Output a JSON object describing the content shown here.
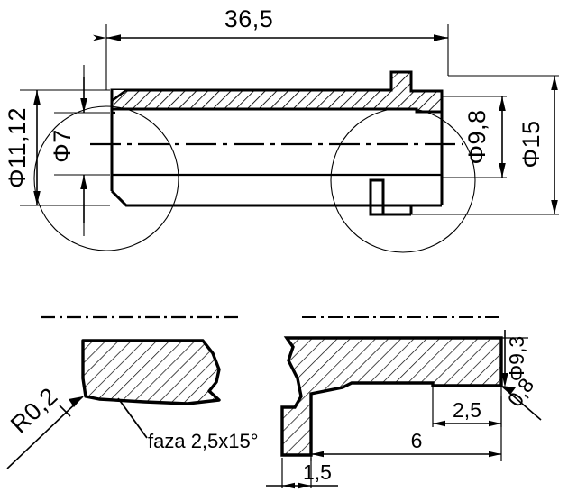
{
  "drawing": {
    "title": "Sectional machining drawing of a bushing / sleeve",
    "units": "mm",
    "line_color": "#000000",
    "background_color": "#ffffff"
  },
  "main_view": {
    "name": "main-half-section-view",
    "dimensions": {
      "overall_length": "36,5",
      "outer_diameter_left": "Φ11,12",
      "bore_diameter_left": "Φ7",
      "bore_diameter_right": "Φ9,8",
      "flange_diameter": "Φ15"
    }
  },
  "detail_left": {
    "name": "detail-left-chamfer",
    "radius_note": "R0,2",
    "chamfer_note": "faza 2,5x15°"
  },
  "detail_right": {
    "name": "detail-right-groove",
    "diameter_note": "Φ9,3",
    "chamfer_note": "0,8",
    "dim_groove_width": "2,5",
    "dim_total_length": "6",
    "dim_wall": "1,5"
  },
  "labels": {
    "len_365": "36,5",
    "dia_1112": "Φ11,12",
    "dia_7": "Φ7",
    "dia_98": "Φ9,8",
    "dia_15": "Φ15",
    "r02": "R0,2",
    "faza": "faza 2,5x15°",
    "dia_93": "Φ9,3",
    "c08": "0,8",
    "d25": "2,5",
    "d6": "6",
    "d15": "1,5"
  }
}
